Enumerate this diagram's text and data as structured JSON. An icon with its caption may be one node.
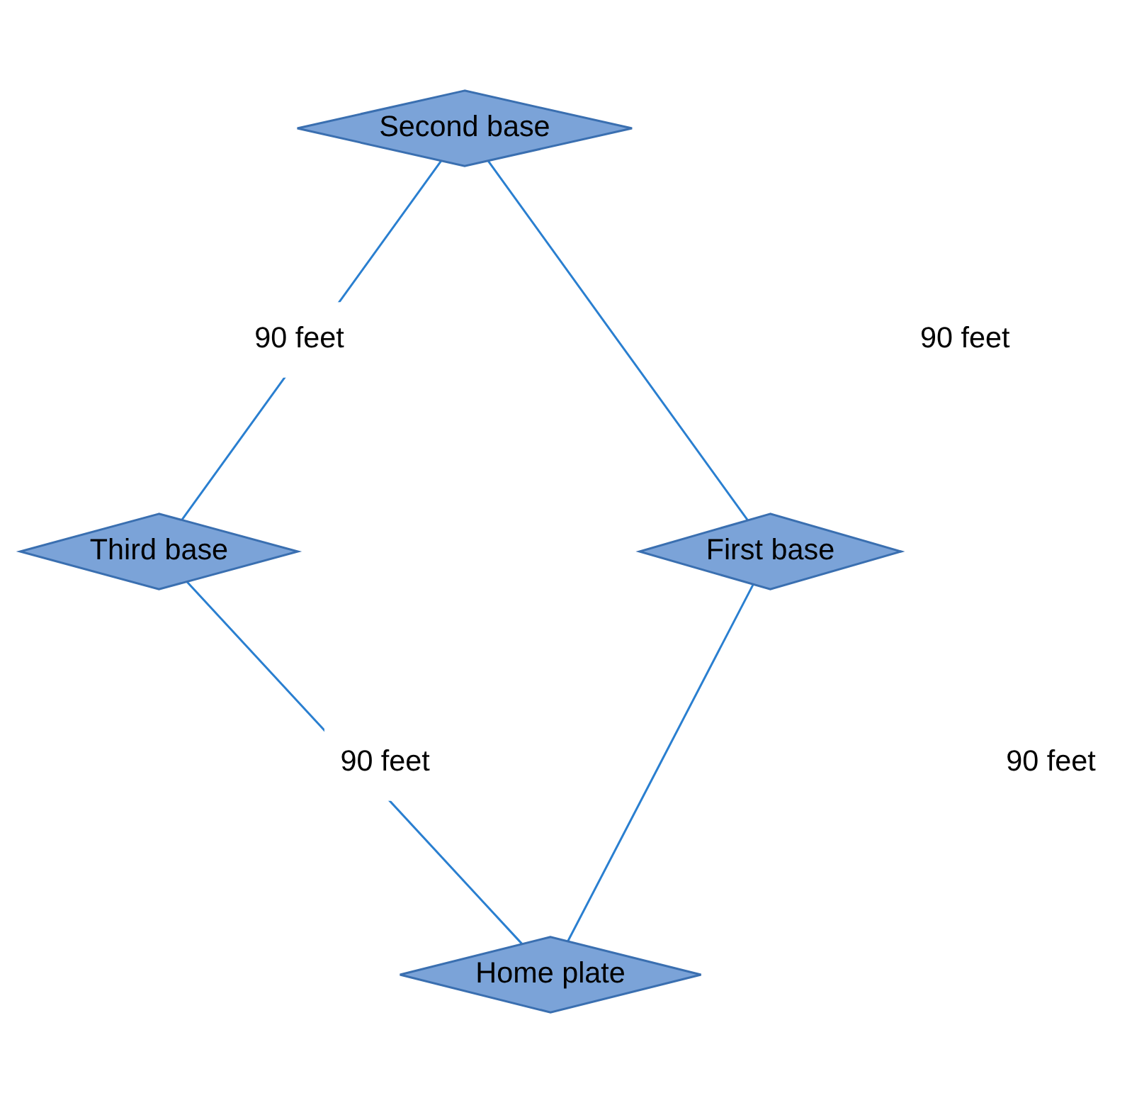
{
  "diagram": {
    "nodes": [
      {
        "text": [
          "Second base"
        ]
      },
      {
        "text": [
          "Third base"
        ]
      },
      {
        "text": [
          "First base"
        ]
      },
      {
        "text": [
          "Home plate"
        ]
      }
    ],
    "edges": [
      {
        "from": 0,
        "to": 1,
        "arrow": "none"
      },
      {
        "from": 0,
        "to": 2,
        "arrow": "none"
      },
      {
        "from": 1,
        "to": 3,
        "arrow": "none"
      },
      {
        "from": 2,
        "to": 3,
        "arrow": "none"
      }
    ],
    "labels": [
      "90 feet",
      "90 feet",
      "90 feet",
      "90 feet"
    ]
  }
}
